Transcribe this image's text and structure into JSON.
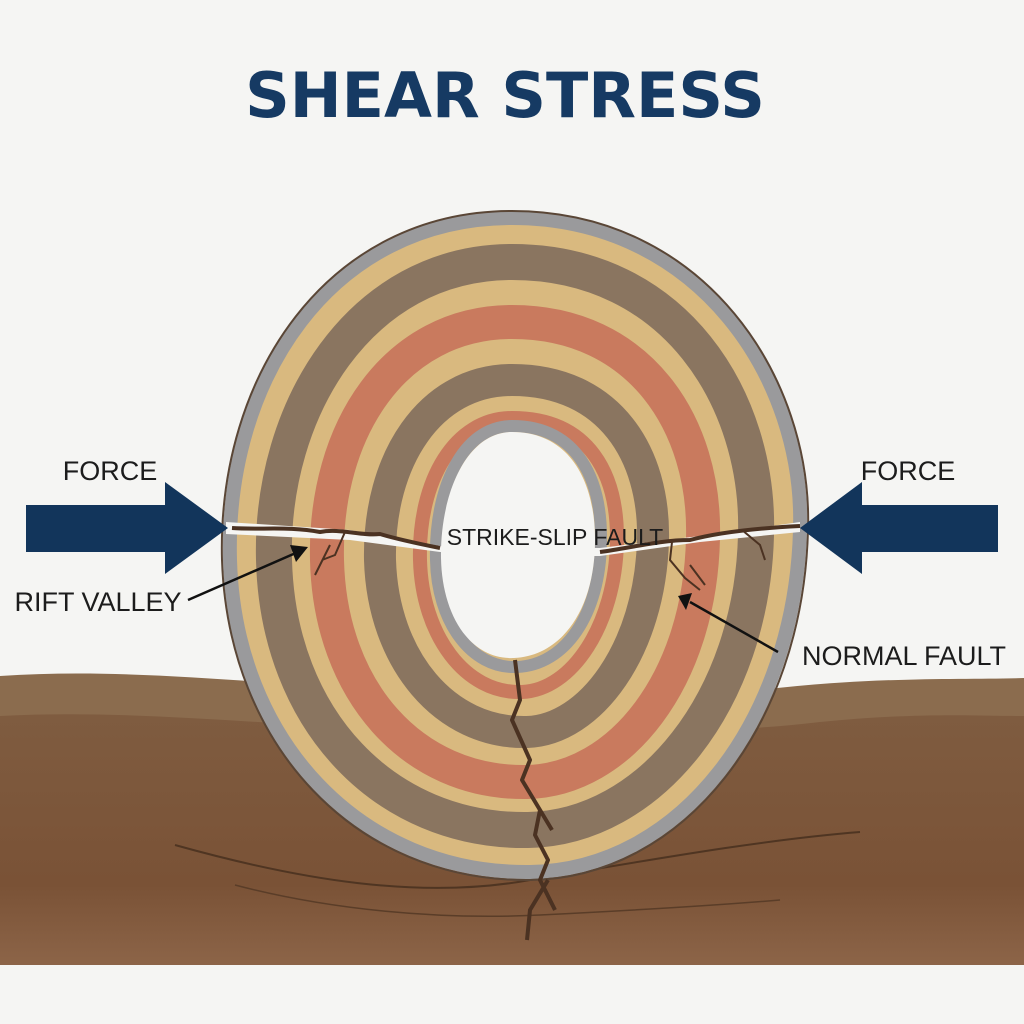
{
  "title": "SHEAR STRESS",
  "labels": {
    "force_left": "FORCE",
    "force_right": "FORCE",
    "strike_slip": "STRIKE-SLIP FAULT",
    "rift_valley": "RIFT VALLEY",
    "normal_fault": "NORMAL FAULT"
  },
  "colors": {
    "title": "#163a63",
    "arrow": "#12355b",
    "rock_shell": "#9a9a9c",
    "layer_tan": "#d9b97f",
    "layer_brown": "#8a7560",
    "layer_red": "#c97a5e",
    "ground_top": "#8a6a4c",
    "ground_bottom": "#7a5438"
  }
}
